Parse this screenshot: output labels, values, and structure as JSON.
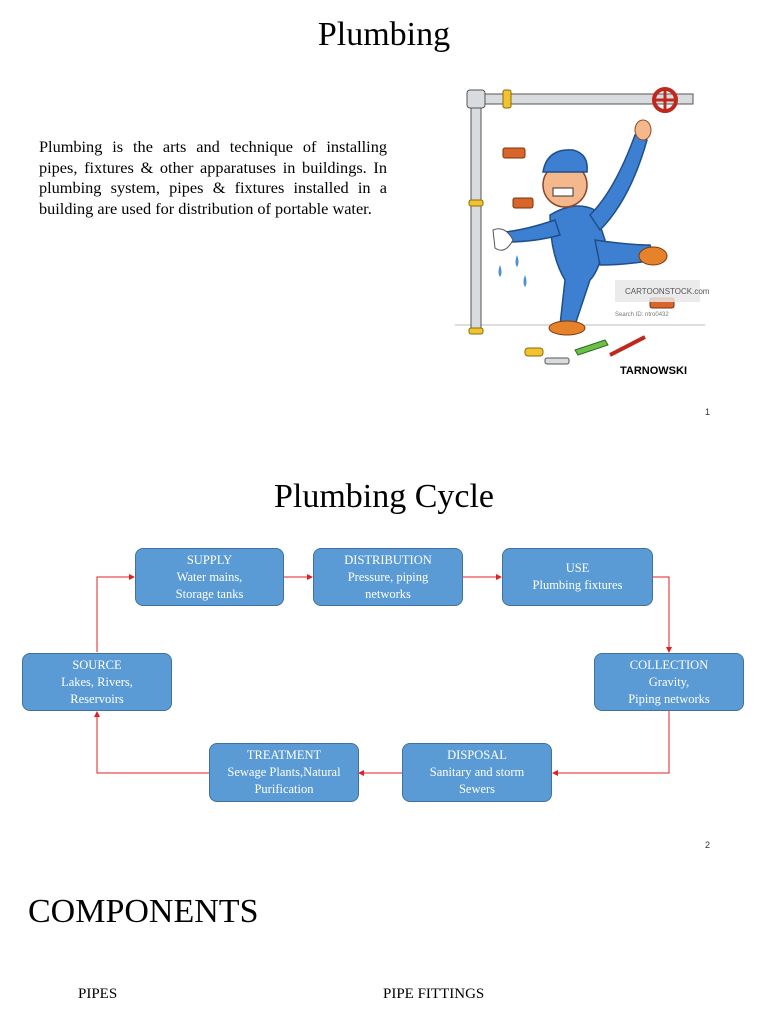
{
  "slide1": {
    "title": "Plumbing",
    "paragraph": "Plumbing is the arts and technique of installing pipes, fixtures & other apparatuses in buildings. In plumbing system, pipes & fixtures installed in a building are used for distribution of portable water.",
    "cartoon": {
      "watermark": "CARTOONSTOCK.com",
      "search_id": "Search ID: ntro0432",
      "signature": "TARNOWSKI"
    },
    "page_number": "1"
  },
  "slide2": {
    "title": "Plumbing Cycle",
    "boxes": {
      "supply": {
        "heading": "SUPPLY",
        "line1": "Water mains,",
        "line2": "Storage tanks"
      },
      "distribution": {
        "heading": "DISTRIBUTION",
        "line1": "Pressure, piping",
        "line2": "networks"
      },
      "use": {
        "heading": "USE",
        "line1": "Plumbing fixtures",
        "line2": ""
      },
      "collection": {
        "heading": "COLLECTION",
        "line1": "Gravity,",
        "line2": "Piping networks"
      },
      "disposal": {
        "heading": "DISPOSAL",
        "line1": "Sanitary and storm",
        "line2": "Sewers"
      },
      "treatment": {
        "heading": "TREATMENT",
        "line1": "Sewage Plants,Natural",
        "line2": "Purification"
      },
      "source": {
        "heading": "SOURCE",
        "line1": "Lakes, Rivers,",
        "line2": "Reservoirs"
      }
    },
    "colors": {
      "box_fill": "#5b9bd5",
      "box_border": "#41719c",
      "arrow": "#e02020"
    },
    "page_number": "2"
  },
  "slide3": {
    "title": "COMPONENTS",
    "items": [
      "PIPES",
      "PIPE FITTINGS"
    ]
  }
}
